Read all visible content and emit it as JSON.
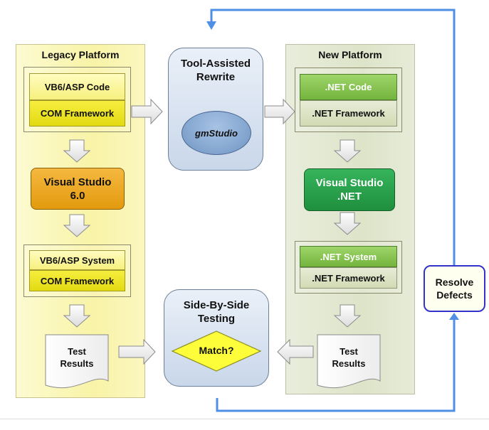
{
  "legacy": {
    "title": "Legacy Platform",
    "code_label": "VB6/ASP Code",
    "framework_label": "COM Framework",
    "ide_line1": "Visual Studio",
    "ide_line2": "6.0",
    "system_label": "VB6/ASP System",
    "system_framework_label": "COM Framework",
    "results_line1": "Test",
    "results_line2": "Results"
  },
  "rewrite": {
    "title_line1": "Tool-Assisted",
    "title_line2": "Rewrite",
    "tool_label": "gmStudio"
  },
  "new": {
    "title": "New Platform",
    "code_label": ".NET Code",
    "framework_label": ".NET Framework",
    "ide_line1": "Visual Studio",
    "ide_line2": ".NET",
    "system_label": ".NET System",
    "system_framework_label": ".NET Framework",
    "results_line1": "Test",
    "results_line2": "Results"
  },
  "testing": {
    "title_line1": "Side-By-Side",
    "title_line2": "Testing",
    "decision_label": "Match?"
  },
  "resolve": {
    "line1": "Resolve",
    "line2": "Defects"
  },
  "colors": {
    "feedback_line": "#4f8fe6",
    "resolve_border": "#3333cc",
    "decision_fill": "#fdfd3a"
  }
}
